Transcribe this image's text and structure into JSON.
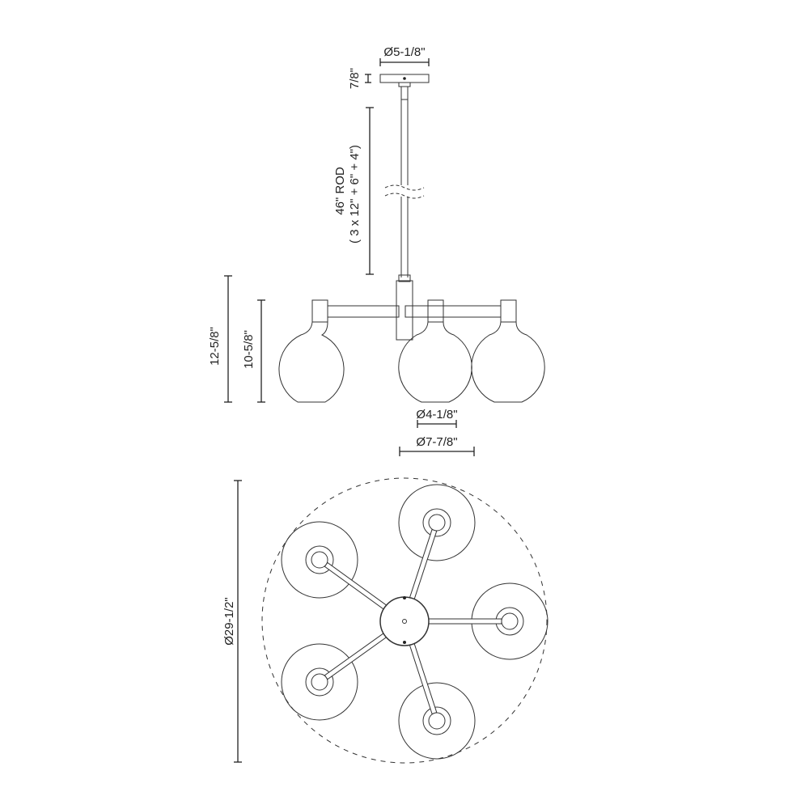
{
  "dimensions": {
    "canopy_diameter": "Ø5-1/8\"",
    "canopy_height": "7/8\"",
    "rod_length": "46\" ROD",
    "rod_composition": "( 3 x 12\" + 6\" + 4\")",
    "overall_height": "12-5/8\"",
    "fixture_height": "10-5/8\"",
    "globe_opening_diameter": "Ø4-1/8\"",
    "globe_diameter": "Ø7-7/8\"",
    "overall_diameter": "Ø29-1/2\""
  },
  "colors": {
    "line": "#333333",
    "background": "#ffffff"
  }
}
